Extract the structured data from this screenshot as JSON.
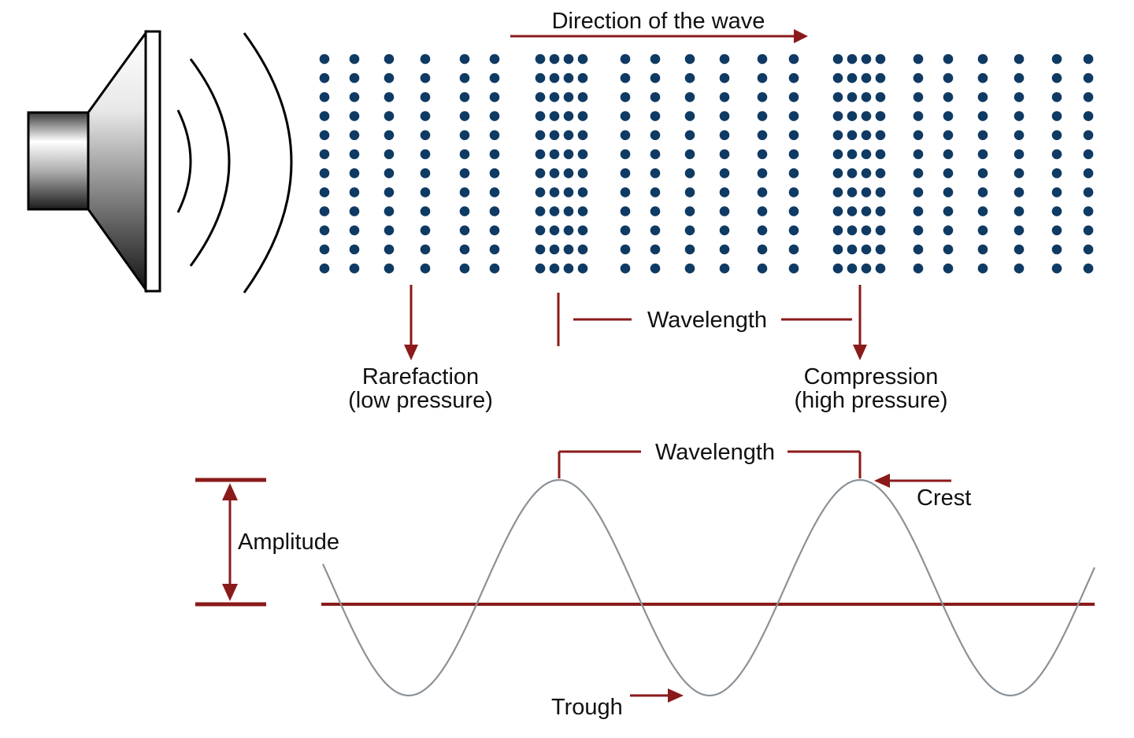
{
  "labels": {
    "direction": "Direction of the wave",
    "wavelength_top": "Wavelength",
    "rarefaction_line1": "Rarefaction",
    "rarefaction_line2": "(low pressure)",
    "compression_line1": "Compression",
    "compression_line2": "(high pressure)",
    "wavelength_bottom": "Wavelength",
    "crest": "Crest",
    "amplitude": "Amplitude",
    "trough": "Trough"
  },
  "colors": {
    "particle": "#0f3a63",
    "annotation": "#8b1a1a",
    "wave_curve": "#8a9298",
    "text": "#111111",
    "speaker_outline": "#000000"
  },
  "icons": {
    "speaker": "speaker-icon"
  }
}
